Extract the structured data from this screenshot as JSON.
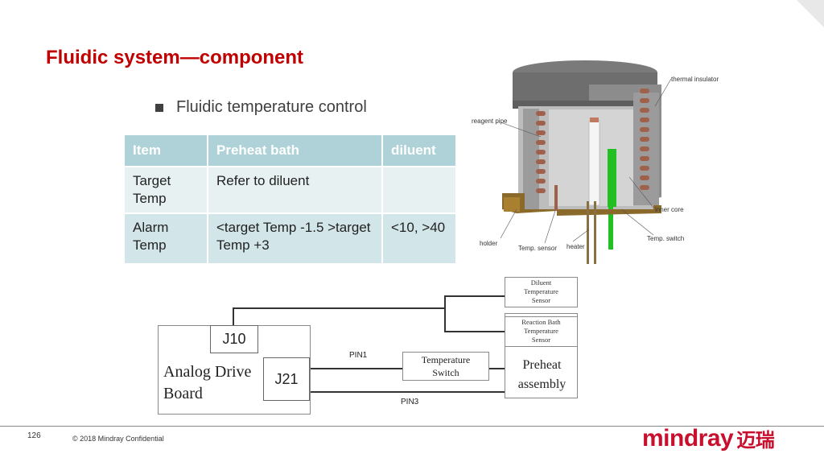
{
  "slide": {
    "title": "Fluidic system—component",
    "bullet": "Fluidic temperature control"
  },
  "table": {
    "headers": [
      "Item",
      "Preheat bath",
      "diluent"
    ],
    "rows": [
      {
        "item": "Target Temp",
        "preheat": "Refer to diluent",
        "diluent": ""
      },
      {
        "item": "Alarm Temp",
        "preheat": "<target Temp -1.5 >target Temp +3",
        "diluent": "<10, >40"
      }
    ]
  },
  "illustration": {
    "labels": {
      "thermal_insulator": "thermal insulator",
      "reagent_pipe": "reagent pipe",
      "inner_core": "inner core",
      "holder": "holder",
      "temp_sensor": "Temp. sensor",
      "heater": "heater",
      "temp_switch": "Temp. switch"
    }
  },
  "schematic": {
    "board": "Analog Drive Board",
    "j10": "J10",
    "j21": "J21",
    "pin1": "PIN1",
    "pin3": "PIN3",
    "temp_switch": "Temperature Switch",
    "diluent_sensor": "Diluent Temperature Sensor",
    "reaction_sensor": "Reaction Bath Temperature Sensor",
    "preheat": "Preheat assembly"
  },
  "footer": {
    "page": "126",
    "copyright": "© 2018 Mindray Confidential",
    "logo_text": "mindray",
    "logo_cn": "迈瑞"
  },
  "colors": {
    "title": "#c00000",
    "table_header": "#aed2d8",
    "logo": "#c8102e"
  }
}
